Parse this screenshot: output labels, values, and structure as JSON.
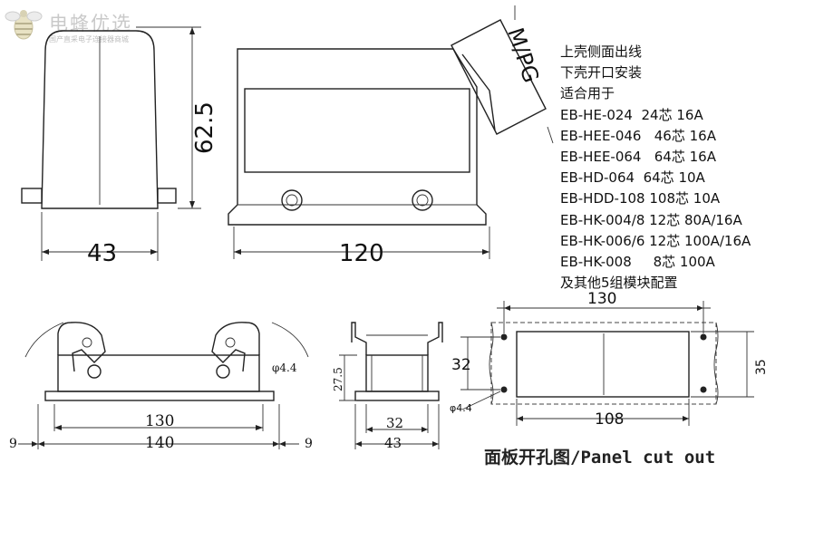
{
  "logo": {
    "title": "电蜂优选",
    "subtitle": "国产直采电子连接器商城"
  },
  "dimensions": {
    "front_height": "62.5",
    "front_width": "43",
    "side_width": "120",
    "cable_entry": "M/PG",
    "base_inner": "130",
    "base_outer": "140",
    "base_margin_left": "9",
    "base_margin_right": "9",
    "hole_dia": "φ4.4",
    "end_height": "27.5",
    "end_inner": "32",
    "end_outer": "43",
    "cutout_outer_w": "130",
    "cutout_inner_w": "108",
    "cutout_left_h": "32",
    "cutout_right_h": "35",
    "cutout_hole": "φ4.4"
  },
  "specs": {
    "lines": [
      "上壳侧面出线",
      "下壳开口安装",
      "适合用于",
      "EB-HE-024  24芯 16A",
      "EB-HEE-046   46芯 16A",
      "EB-HEE-064   64芯 16A",
      "EB-HD-064  64芯 10A",
      "EB-HDD-108 108芯 10A",
      "EB-HK-004/8 12芯 80A/16A",
      "EB-HK-006/6 12芯 100A/16A",
      "EB-HK-008     8芯 100A",
      "及其他5组模块配置"
    ]
  },
  "caption": "面板开孔图/Panel cut out"
}
